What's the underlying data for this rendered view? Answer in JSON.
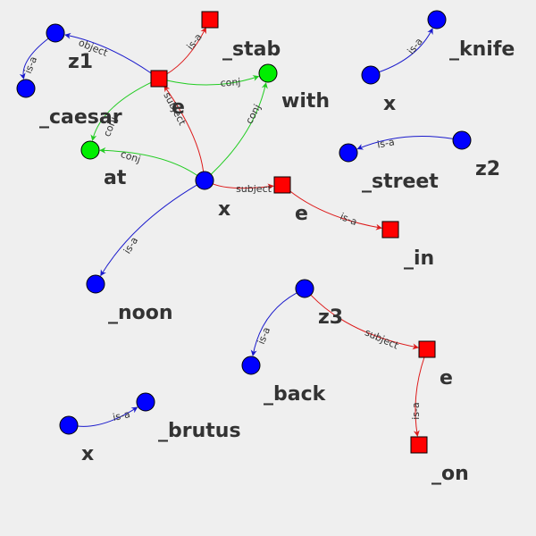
{
  "colors": {
    "background": "#efefef",
    "entity": "#0000ff",
    "predicate": "#ff0000",
    "connector": "#00ee00",
    "edge_blue": "#1a1acc",
    "edge_red": "#dd1a1a",
    "edge_green": "#22cc22",
    "label": "#333333"
  },
  "nodes": [
    {
      "id": "n_z1_obj",
      "shape": "circle",
      "kind": "entity"
    },
    {
      "id": "n_z1",
      "shape": "circle",
      "kind": "entity",
      "label": "z1"
    },
    {
      "id": "n_stab",
      "shape": "square",
      "kind": "predicate",
      "label": "_stab"
    },
    {
      "id": "n_e1",
      "shape": "square",
      "kind": "predicate",
      "label": "_caesar"
    },
    {
      "id": "n_with",
      "shape": "circle",
      "kind": "connector",
      "label": "with"
    },
    {
      "id": "n_at",
      "shape": "circle",
      "kind": "connector",
      "label": "at"
    },
    {
      "id": "n_x1",
      "shape": "circle",
      "kind": "entity",
      "label": "x"
    },
    {
      "id": "n_e2",
      "shape": "square",
      "kind": "predicate",
      "label": "e"
    },
    {
      "id": "n_in",
      "shape": "square",
      "kind": "predicate",
      "label": "_in"
    },
    {
      "id": "n_noon",
      "shape": "circle",
      "kind": "entity",
      "label": "_noon"
    },
    {
      "id": "n_knife",
      "shape": "circle",
      "kind": "entity",
      "label": "_knife"
    },
    {
      "id": "n_x2",
      "shape": "circle",
      "kind": "entity",
      "label": "x"
    },
    {
      "id": "n_z2",
      "shape": "circle",
      "kind": "entity",
      "label": "z2"
    },
    {
      "id": "n_street",
      "shape": "circle",
      "kind": "entity",
      "label": "_street"
    },
    {
      "id": "n_z3",
      "shape": "circle",
      "kind": "entity",
      "label": "z3"
    },
    {
      "id": "n_back",
      "shape": "circle",
      "kind": "entity",
      "label": "_back"
    },
    {
      "id": "n_e3",
      "shape": "square",
      "kind": "predicate",
      "label": "e"
    },
    {
      "id": "n_on",
      "shape": "square",
      "kind": "predicate",
      "label": "_on"
    },
    {
      "id": "n_x3",
      "shape": "circle",
      "kind": "entity",
      "label": "x"
    },
    {
      "id": "n_brutus",
      "shape": "circle",
      "kind": "entity",
      "label": "_brutus"
    }
  ],
  "extra_labels": [
    {
      "id": "lbl_e_overlap",
      "text": "e"
    }
  ],
  "edges": [
    {
      "id": "ed_obj",
      "from": "n_e1",
      "to": "n_z1_obj",
      "label": "object",
      "color": "blue"
    },
    {
      "id": "ed_z1_isa",
      "from": "n_z1_obj",
      "to": "n_z1",
      "label": "is-a",
      "color": "blue"
    },
    {
      "id": "ed_stab_isa",
      "from": "n_e1",
      "to": "n_stab",
      "label": "is-a",
      "color": "red"
    },
    {
      "id": "ed_conj_with1",
      "from": "n_e1",
      "to": "n_with",
      "label": "conj",
      "color": "green"
    },
    {
      "id": "ed_conj_at1",
      "from": "n_e1",
      "to": "n_at",
      "label": "conj",
      "color": "green"
    },
    {
      "id": "ed_subj1",
      "from": "n_x1",
      "to": "n_e1",
      "label": "subject",
      "color": "red"
    },
    {
      "id": "ed_conj_with2",
      "from": "n_x1",
      "to": "n_with",
      "label": "conj",
      "color": "green"
    },
    {
      "id": "ed_conj_at2",
      "from": "n_x1",
      "to": "n_at",
      "label": "conj",
      "color": "green"
    },
    {
      "id": "ed_subj2",
      "from": "n_x1",
      "to": "n_e2",
      "label": "subject",
      "color": "red"
    },
    {
      "id": "ed_in_isa",
      "from": "n_e2",
      "to": "n_in",
      "label": "is-a",
      "color": "red"
    },
    {
      "id": "ed_noon_isa",
      "from": "n_x1",
      "to": "n_noon",
      "label": "is-a",
      "color": "blue"
    },
    {
      "id": "ed_knife_isa",
      "from": "n_x2",
      "to": "n_knife",
      "label": "is-a",
      "color": "blue"
    },
    {
      "id": "ed_street_isa",
      "from": "n_z2",
      "to": "n_street",
      "label": "is-a",
      "color": "blue"
    },
    {
      "id": "ed_back_isa",
      "from": "n_z3",
      "to": "n_back",
      "label": "is-a",
      "color": "blue"
    },
    {
      "id": "ed_subj3",
      "from": "n_z3",
      "to": "n_e3",
      "label": "subject",
      "color": "red"
    },
    {
      "id": "ed_on_isa",
      "from": "n_e3",
      "to": "n_on",
      "label": "is-a",
      "color": "red"
    },
    {
      "id": "ed_brutus_isa",
      "from": "n_x3",
      "to": "n_brutus",
      "label": "is-a",
      "color": "blue"
    }
  ]
}
